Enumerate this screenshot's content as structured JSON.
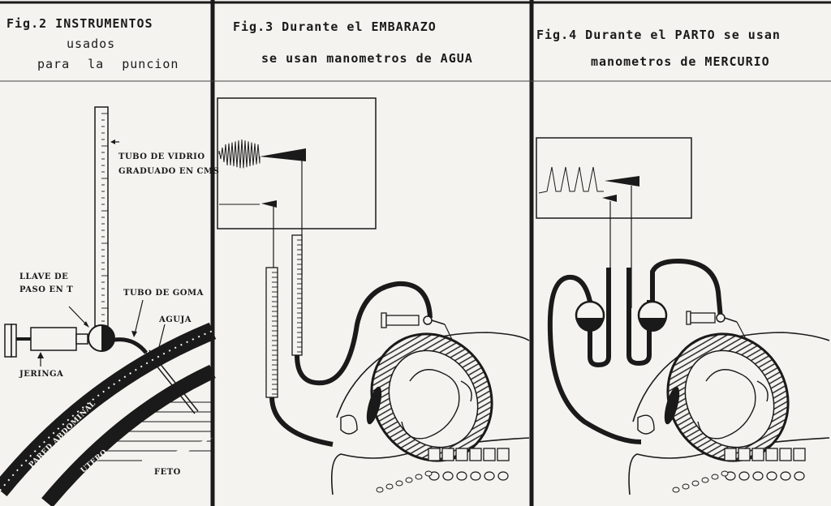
{
  "fig2": {
    "title_line1": "Fig.2 INSTRUMENTOS",
    "title_line2": "usados",
    "title_line3": "para la puncion",
    "labels": {
      "tubo_vidrio_1": "TUBO DE VIDRIO",
      "tubo_vidrio_2": "GRADUADO EN CMS",
      "llave_1": "LLAVE DE",
      "llave_2": "PASO EN T",
      "tubo_goma": "TUBO DE GOMA",
      "aguja": "AGUJA",
      "jeringa": "JERINGA",
      "pared": "PARED ABDOMINAL",
      "utero": "UTERO",
      "feto": "FETO"
    }
  },
  "fig3": {
    "title_line1": "Fig.3 Durante el EMBARAZO",
    "title_line2": "se usan manometros de AGUA"
  },
  "fig4": {
    "title_line1": "Fig.4 Durante el PARTO se usan",
    "title_line2": "manometros de MERCURIO"
  },
  "colors": {
    "ink": "#1a1a1a",
    "paper": "#f4f3ef"
  }
}
